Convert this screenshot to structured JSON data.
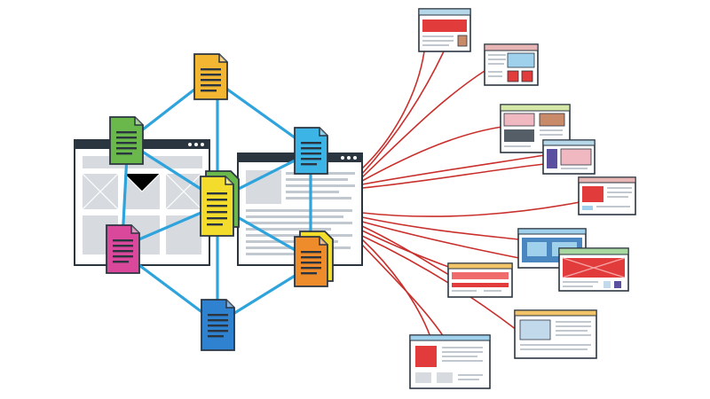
{
  "colors": {
    "background": "#ffffff",
    "outline": "#2b3540",
    "blue_link": "#2ea3dc",
    "red_link": "#c9302c",
    "wireframe_fill": "#d7dbe0",
    "wireframe_text": "#c2c8cf",
    "doc_yellow": "#f2b632",
    "doc_green": "#6ab84b",
    "doc_lightyellow": "#f4dc2c",
    "doc_cyan": "#3cb4e5",
    "doc_magenta": "#d9489a",
    "doc_orange": "#ee8b2a",
    "doc_blue": "#2e82d0"
  },
  "documents": [
    {
      "name": "top",
      "color_key": "doc_yellow"
    },
    {
      "name": "upper-left",
      "color_key": "doc_green"
    },
    {
      "name": "center",
      "color_key": "doc_lightyellow"
    },
    {
      "name": "upper-right",
      "color_key": "doc_cyan"
    },
    {
      "name": "lower-left",
      "color_key": "doc_magenta"
    },
    {
      "name": "lower-right",
      "color_key": "doc_orange"
    },
    {
      "name": "bottom",
      "color_key": "doc_blue"
    }
  ],
  "wireframe_windows": [
    {
      "name": "left-image-gallery"
    },
    {
      "name": "center-article"
    }
  ],
  "remote_pages": [
    {
      "name": "page-1",
      "accent": "#e23b3b",
      "bar": "#b5d7e8"
    },
    {
      "name": "page-2",
      "accent": "#e23b3b",
      "bar": "#e8b5b5"
    },
    {
      "name": "page-3",
      "accent": "#c98a6a",
      "bar": "#d6e8a8"
    },
    {
      "name": "page-4",
      "accent": "#f0b8c0",
      "bar": "#b5d7e8"
    },
    {
      "name": "page-5",
      "accent": "#e23b3b",
      "bar": "#e8b5b5"
    },
    {
      "name": "page-6",
      "accent": "#9fd0ec",
      "bar": "#9fd0ec"
    },
    {
      "name": "page-7",
      "accent": "#e23b3b",
      "bar": "#a8d7a0"
    },
    {
      "name": "page-8",
      "accent": "#f06b6b",
      "bar": "#f2c46a"
    },
    {
      "name": "page-9",
      "accent": "#c2d9ec",
      "bar": "#f2c46a"
    },
    {
      "name": "page-10",
      "accent": "#e23b3b",
      "bar": "#9fd0ec"
    }
  ]
}
